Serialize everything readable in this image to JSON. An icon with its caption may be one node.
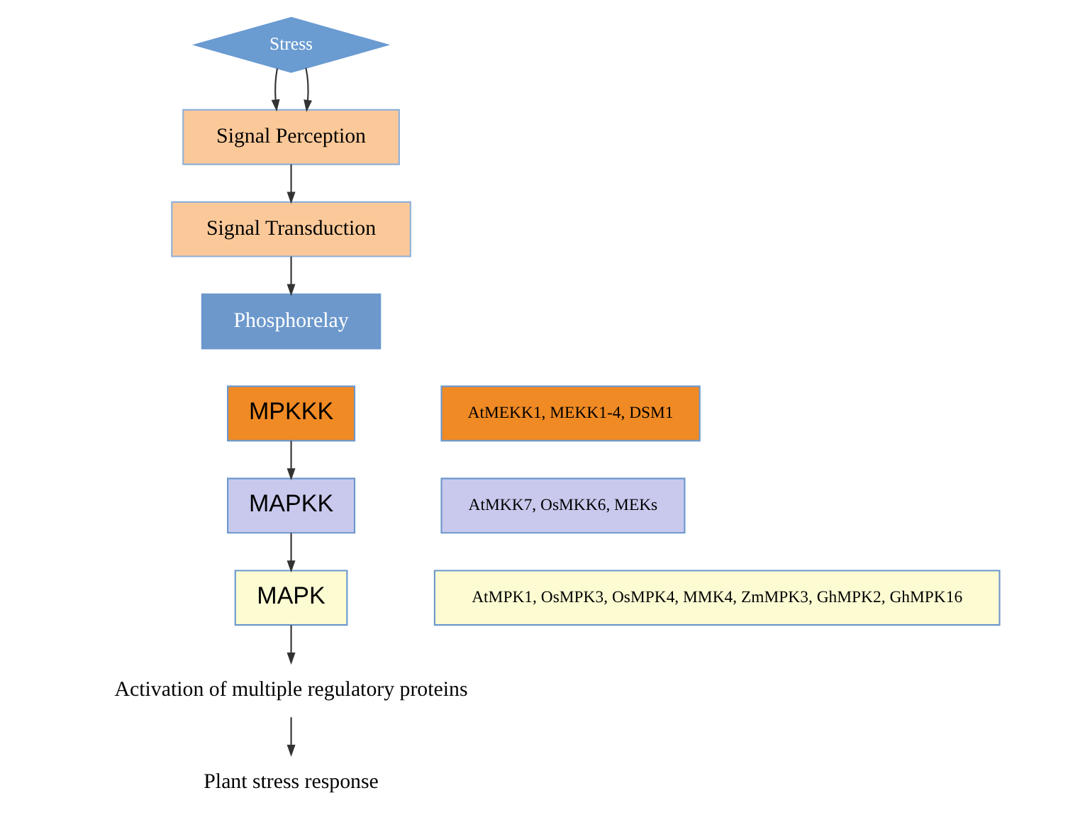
{
  "diagram": {
    "nodes": [
      {
        "text": [
          "Stress"
        ]
      },
      {
        "text": [
          "Signal Perception"
        ]
      },
      {
        "text": [
          "Signal Transduction"
        ]
      },
      {
        "text": [
          "Phosphorelay"
        ]
      },
      {
        "text": [
          "MPKKK"
        ]
      },
      {
        "text": [
          "AtMEKK1, MEKK1-4, DSM1"
        ]
      },
      {
        "text": [
          "MAPKK"
        ]
      },
      {
        "text": [
          "AtMKK7, OsMKK6, MEKs"
        ]
      },
      {
        "text": [
          "MAPK"
        ]
      },
      {
        "text": [
          "AtMPK1, OsMPK3, OsMPK4, MMK4, ZmMPK3, GhMPK2, GhMPK16"
        ]
      },
      {
        "text": [
          "Activation of multiple regulatory proteins"
        ]
      },
      {
        "text": [
          "Plant stress response"
        ]
      }
    ],
    "edges": [
      {
        "from": 0,
        "to": 1,
        "arrow": "to"
      },
      {
        "from": 0,
        "to": 1,
        "arrow": "to"
      },
      {
        "from": 1,
        "to": 2,
        "arrow": "to"
      },
      {
        "from": 2,
        "to": 3,
        "arrow": "to"
      },
      {
        "from": 4,
        "to": 6,
        "arrow": "to"
      },
      {
        "from": 6,
        "to": 8,
        "arrow": "to"
      },
      {
        "from": 8,
        "to": 10,
        "arrow": "to"
      },
      {
        "from": 10,
        "to": 11,
        "arrow": "to"
      }
    ]
  }
}
